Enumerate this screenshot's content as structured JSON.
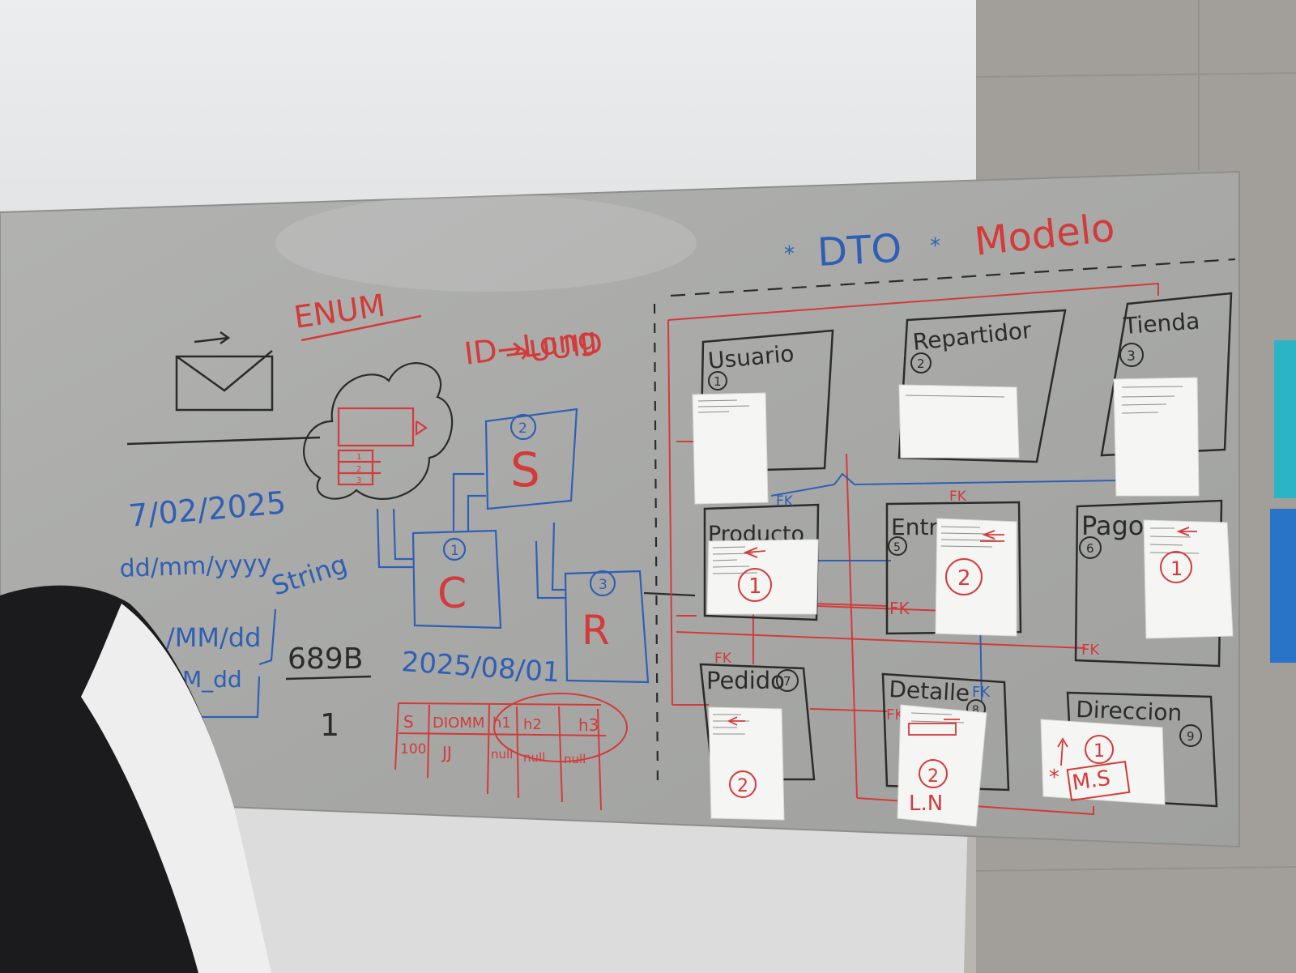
{
  "colors": {
    "board": "#a9aaa8",
    "wall_top": "#e9eaeb",
    "wall_bottom": "#d9dadb",
    "concrete": "#a19e99",
    "marker_red": "#d33a3a",
    "marker_blue": "#2f5fb5",
    "marker_black": "#2b2b2b",
    "paper": "#f4f4f2"
  },
  "left": {
    "enum": "ENUM",
    "id_long": "ID→Long",
    "uuid": "→UUID",
    "date1": "7/02/2025",
    "format1": "dd/mm/yyyy",
    "string_word": "String",
    "format2": "/MM/dd",
    "format3": "M_dd",
    "size": "689B",
    "one": "1",
    "date2": "2025/08/01",
    "layer_c": "C",
    "layer_c_num": "1",
    "layer_s": "S",
    "layer_s_num": "2",
    "layer_r": "R",
    "layer_r_num": "3",
    "list_nums": [
      "1",
      "2",
      "3"
    ]
  },
  "table_sketch": {
    "headers": [
      "S",
      "DIOMM",
      "h1",
      "h2",
      "h3"
    ],
    "row": [
      "100",
      "JJ",
      "null",
      "null",
      "null"
    ]
  },
  "heading": {
    "dto": "DTO",
    "modelo": "Modelo",
    "star": "*"
  },
  "entities": [
    {
      "key": "usuario",
      "name": "Usuario",
      "num": "1"
    },
    {
      "key": "repartidor",
      "name": "Repartidor",
      "num": "2"
    },
    {
      "key": "tienda",
      "name": "Tienda",
      "num": "3"
    },
    {
      "key": "producto",
      "name": "Producto",
      "num": ""
    },
    {
      "key": "entrega",
      "name": "Entre",
      "num": "5"
    },
    {
      "key": "pago",
      "name": "Pago",
      "num": "6"
    },
    {
      "key": "pedido",
      "name": "Pedido",
      "num": "7"
    },
    {
      "key": "detalle",
      "name": "Detalle",
      "num": "8"
    },
    {
      "key": "direccion",
      "name": "Direccion",
      "num": "9"
    }
  ],
  "fk_label": "FK",
  "note_marks": {
    "producto": "1",
    "entrega": "2",
    "pago": "1",
    "pedido": "2",
    "detalle": "2",
    "detalle_sub": "L.N",
    "direccion": "1",
    "direccion_sub": "M.S",
    "direccion_star": "*"
  }
}
